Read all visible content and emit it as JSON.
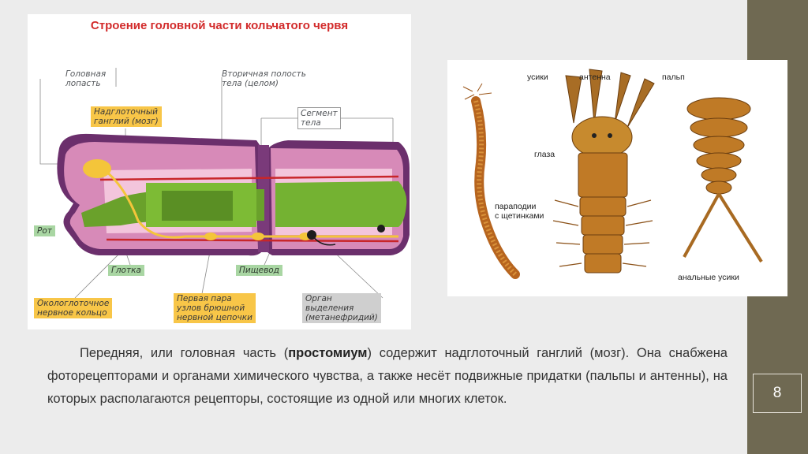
{
  "diagram": {
    "title": "Строение головной части кольчатого червя",
    "labels": {
      "head_lobe_1": "Головная",
      "head_lobe_2": "лопасть",
      "coelom_1": "Вторичная полость",
      "coelom_2": "тела (целом)",
      "ganglion_1": "Надглоточный",
      "ganglion_2": "ганглий (мозг)",
      "segment_1": "Сегмент",
      "segment_2": "тела",
      "mouth": "Рот",
      "pharynx": "Глотка",
      "esophagus": "Пищевод",
      "ring_1": "Окологлоточное",
      "ring_2": "нервное кольцо",
      "nodes_1": "Первая пара",
      "nodes_2": "узлов брюшной",
      "nodes_3": "нервной цепочки",
      "organ_1": "Орган",
      "organ_2": "выделения",
      "organ_3": "(метанефридий)"
    }
  },
  "figure": {
    "labels": {
      "cirri": "усики",
      "antenna": "антенна",
      "palp": "пальп",
      "eyes": "глаза",
      "parapodia_1": "параподии",
      "parapodia_2": "с щетинками",
      "anal_cirri": "анальные усики"
    }
  },
  "caption": {
    "part1": "Передняя, или головная часть (",
    "bold": "простомиум",
    "part2": ") содержит надглоточный ганглий (мозг). Она снабжена фоторецепторами и органами химического чувства, а также несёт подвижные придатки (пальпы и антенны), на которых располагаются рецепторы, состоящие из одной или многих клеток."
  },
  "slide": {
    "page_number": "8"
  },
  "colors": {
    "sidebar": "#6f6952",
    "background": "#ececec",
    "title_red": "#d22b2b",
    "label_yellow": "#f8c648",
    "label_green": "#a9d6a3"
  }
}
